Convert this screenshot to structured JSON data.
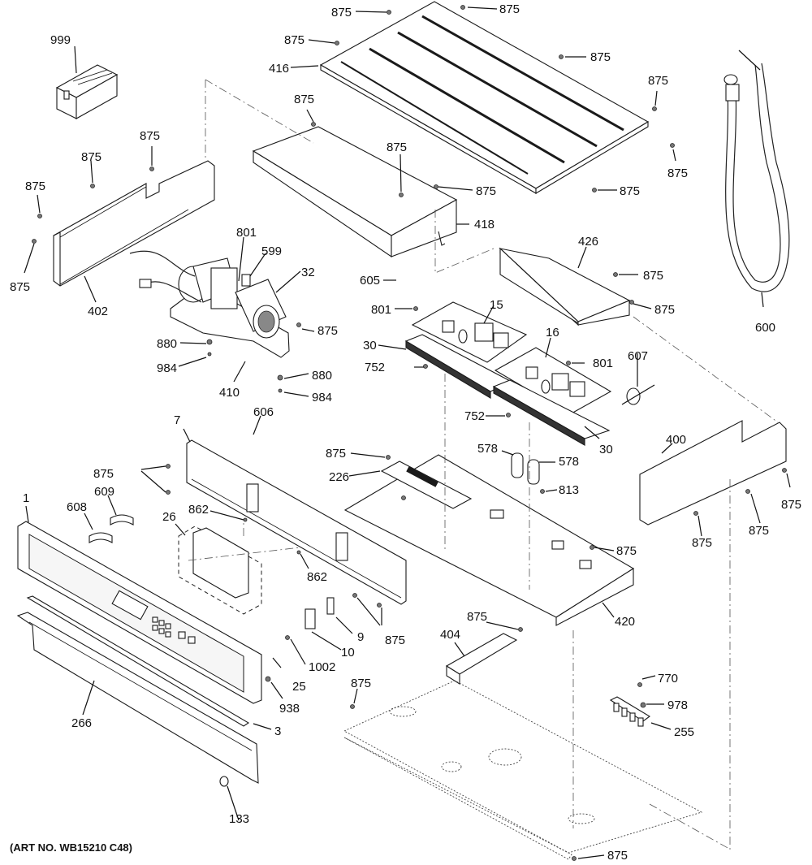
{
  "diagram": {
    "title": "Wall Oven Control Panel & Top Components – Exploded Parts View",
    "art_number": "(ART NO. WB15210 C48)",
    "callouts": [
      {
        "id": "c-875-a",
        "label": "875"
      },
      {
        "id": "c-875-b",
        "label": "875"
      },
      {
        "id": "c-875-c",
        "label": "875"
      },
      {
        "id": "c-416",
        "label": "416"
      },
      {
        "id": "c-875-d",
        "label": "875"
      },
      {
        "id": "c-875-e",
        "label": "875"
      },
      {
        "id": "c-875-f",
        "label": "875"
      },
      {
        "id": "c-999",
        "label": "999"
      },
      {
        "id": "c-875-g",
        "label": "875"
      },
      {
        "id": "c-875-h",
        "label": "875"
      },
      {
        "id": "c-875-i",
        "label": "875"
      },
      {
        "id": "c-875-j",
        "label": "875"
      },
      {
        "id": "c-875-k",
        "label": "875"
      },
      {
        "id": "c-875-l",
        "label": "875"
      },
      {
        "id": "c-875-m",
        "label": "875"
      },
      {
        "id": "c-875-n",
        "label": "875"
      },
      {
        "id": "c-418",
        "label": "418"
      },
      {
        "id": "c-402",
        "label": "402"
      },
      {
        "id": "c-801-a",
        "label": "801"
      },
      {
        "id": "c-599",
        "label": "599"
      },
      {
        "id": "c-32",
        "label": "32"
      },
      {
        "id": "c-426",
        "label": "426"
      },
      {
        "id": "c-875-o",
        "label": "875"
      },
      {
        "id": "c-875-p",
        "label": "875"
      },
      {
        "id": "c-605",
        "label": "605"
      },
      {
        "id": "c-801-b",
        "label": "801"
      },
      {
        "id": "c-15",
        "label": "15"
      },
      {
        "id": "c-600",
        "label": "600"
      },
      {
        "id": "c-875-q",
        "label": "875"
      },
      {
        "id": "c-880-a",
        "label": "880"
      },
      {
        "id": "c-984-a",
        "label": "984"
      },
      {
        "id": "c-30-a",
        "label": "30"
      },
      {
        "id": "c-16",
        "label": "16"
      },
      {
        "id": "c-752-a",
        "label": "752"
      },
      {
        "id": "c-801-c",
        "label": "801"
      },
      {
        "id": "c-607",
        "label": "607"
      },
      {
        "id": "c-410",
        "label": "410"
      },
      {
        "id": "c-880-b",
        "label": "880"
      },
      {
        "id": "c-984-b",
        "label": "984"
      },
      {
        "id": "c-606",
        "label": "606"
      },
      {
        "id": "c-752-b",
        "label": "752"
      },
      {
        "id": "c-30-b",
        "label": "30"
      },
      {
        "id": "c-7",
        "label": "7"
      },
      {
        "id": "c-400",
        "label": "400"
      },
      {
        "id": "c-875-r",
        "label": "875"
      },
      {
        "id": "c-578-a",
        "label": "578"
      },
      {
        "id": "c-578-b",
        "label": "578"
      },
      {
        "id": "c-226",
        "label": "226"
      },
      {
        "id": "c-875-s",
        "label": "875"
      },
      {
        "id": "c-813",
        "label": "813"
      },
      {
        "id": "c-875-t",
        "label": "875"
      },
      {
        "id": "c-1",
        "label": "1"
      },
      {
        "id": "c-609",
        "label": "609"
      },
      {
        "id": "c-608",
        "label": "608"
      },
      {
        "id": "c-26",
        "label": "26"
      },
      {
        "id": "c-862-a",
        "label": "862"
      },
      {
        "id": "c-875-u",
        "label": "875"
      },
      {
        "id": "c-875-v",
        "label": "875"
      },
      {
        "id": "c-862-b",
        "label": "862"
      },
      {
        "id": "c-875-w",
        "label": "875"
      },
      {
        "id": "c-420",
        "label": "420"
      },
      {
        "id": "c-9",
        "label": "9"
      },
      {
        "id": "c-875-x",
        "label": "875"
      },
      {
        "id": "c-10",
        "label": "10"
      },
      {
        "id": "c-875-y",
        "label": "875"
      },
      {
        "id": "c-404",
        "label": "404"
      },
      {
        "id": "c-1002",
        "label": "1002"
      },
      {
        "id": "c-25",
        "label": "25"
      },
      {
        "id": "c-770",
        "label": "770"
      },
      {
        "id": "c-875-z",
        "label": "875"
      },
      {
        "id": "c-978",
        "label": "978"
      },
      {
        "id": "c-938",
        "label": "938"
      },
      {
        "id": "c-266",
        "label": "266"
      },
      {
        "id": "c-3",
        "label": "3"
      },
      {
        "id": "c-255",
        "label": "255"
      },
      {
        "id": "c-133",
        "label": "133"
      },
      {
        "id": "c-875-zz",
        "label": "875"
      }
    ]
  }
}
